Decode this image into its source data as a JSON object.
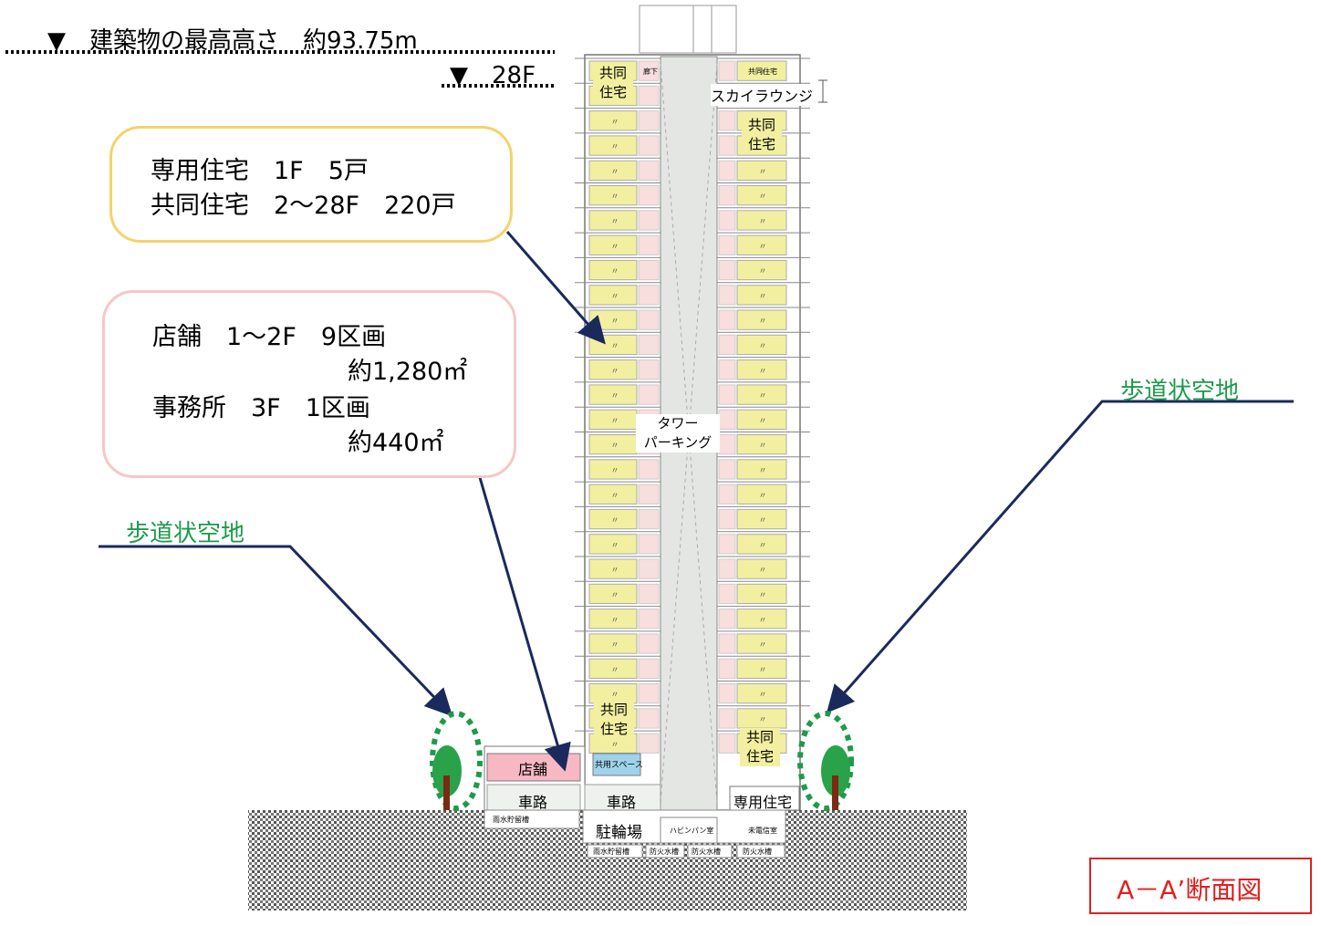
{
  "height_marker": {
    "text": "▼　建築物の最高高さ　約93.75m"
  },
  "top_floor_marker": {
    "text": "▼　28F"
  },
  "callout_residential": {
    "line1": "専用住宅　1F　5戸",
    "line2": "共同住宅　2～28F　220戸",
    "border_color": "#f5d36a"
  },
  "callout_commercial": {
    "line1": "店舗　1～2F　9区画",
    "line2": "約1,280㎡",
    "line3": "事務所　3F　1区画",
    "line4": "約440㎡",
    "border_color": "#f6c7c7"
  },
  "open_space_label": "歩道状空地",
  "building": {
    "shared_housing": "共同",
    "shared_housing_2": "住宅",
    "sky_lounge": "スカイラウンジ",
    "tower_parking_1": "タワー",
    "tower_parking_2": "パーキング",
    "shop": "店舗",
    "road": "車路",
    "bicycle_parking": "駐輪場",
    "private_housing": "専用住宅",
    "small_corridor": "廊下",
    "small_shared_space": "共用スペース",
    "small_shared_housing": "共同住宅",
    "small_room_1": "ハビンパン室",
    "small_room_2": "未電信室",
    "small_rain": "雨水貯留槽",
    "small_fire": "防火水槽",
    "ditto": "〃"
  },
  "colors": {
    "unit_fill": "#f2f0a0",
    "corridor_fill": "#f9dede",
    "parking_fill": "#e3e6e3",
    "shop_fill": "#f7b8c4",
    "space_fill": "#9fd3ea",
    "arrow": "#1b2a5c",
    "tree_green": "#29a24a",
    "tree_trunk": "#7a2b12",
    "dotted_green": "#1e9a4a",
    "title_red": "#e02020"
  },
  "section_title": "A－A’断面図"
}
